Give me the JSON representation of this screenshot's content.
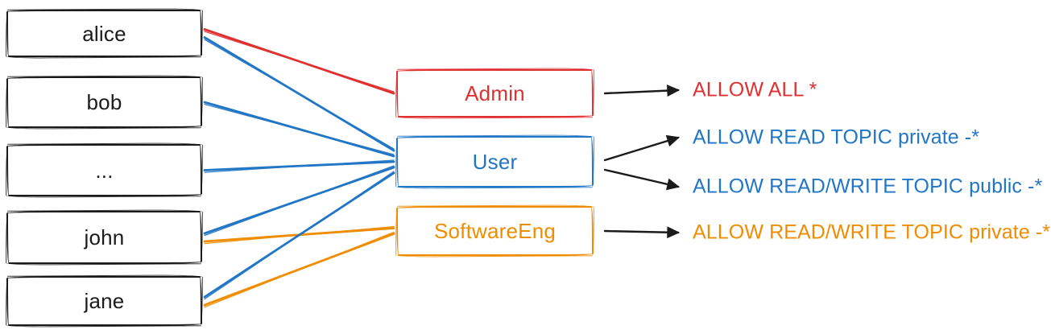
{
  "diagram": {
    "background": "#ffffff",
    "ink_color": "#1b1b1b",
    "users": [
      {
        "id": "alice",
        "label": "alice"
      },
      {
        "id": "bob",
        "label": "bob"
      },
      {
        "id": "dots",
        "label": "..."
      },
      {
        "id": "john",
        "label": "john"
      },
      {
        "id": "jane",
        "label": "jane"
      }
    ],
    "roles": [
      {
        "id": "admin",
        "label": "Admin",
        "color": "#e03131"
      },
      {
        "id": "user",
        "label": "User",
        "color": "#2176c5"
      },
      {
        "id": "softwareeng",
        "label": "SoftwareEng",
        "color": "#f08c00"
      }
    ],
    "permissions": [
      {
        "id": "allow-all",
        "label": "ALLOW ALL *",
        "color": "#e03131",
        "role": "admin"
      },
      {
        "id": "read-private",
        "label": "ALLOW READ TOPIC private -*",
        "color": "#2176c5",
        "role": "user"
      },
      {
        "id": "rw-public",
        "label": "ALLOW READ/WRITE TOPIC public -*",
        "color": "#2176c5",
        "role": "user"
      },
      {
        "id": "rw-private",
        "label": "ALLOW READ/WRITE TOPIC private -*",
        "color": "#f08c00",
        "role": "softwareeng"
      }
    ],
    "memberships": [
      {
        "user": "alice",
        "role": "admin"
      },
      {
        "user": "alice",
        "role": "user"
      },
      {
        "user": "bob",
        "role": "user"
      },
      {
        "user": "dots",
        "role": "user"
      },
      {
        "user": "john",
        "role": "user"
      },
      {
        "user": "john",
        "role": "softwareeng"
      },
      {
        "user": "jane",
        "role": "user"
      },
      {
        "user": "jane",
        "role": "softwareeng"
      }
    ]
  }
}
